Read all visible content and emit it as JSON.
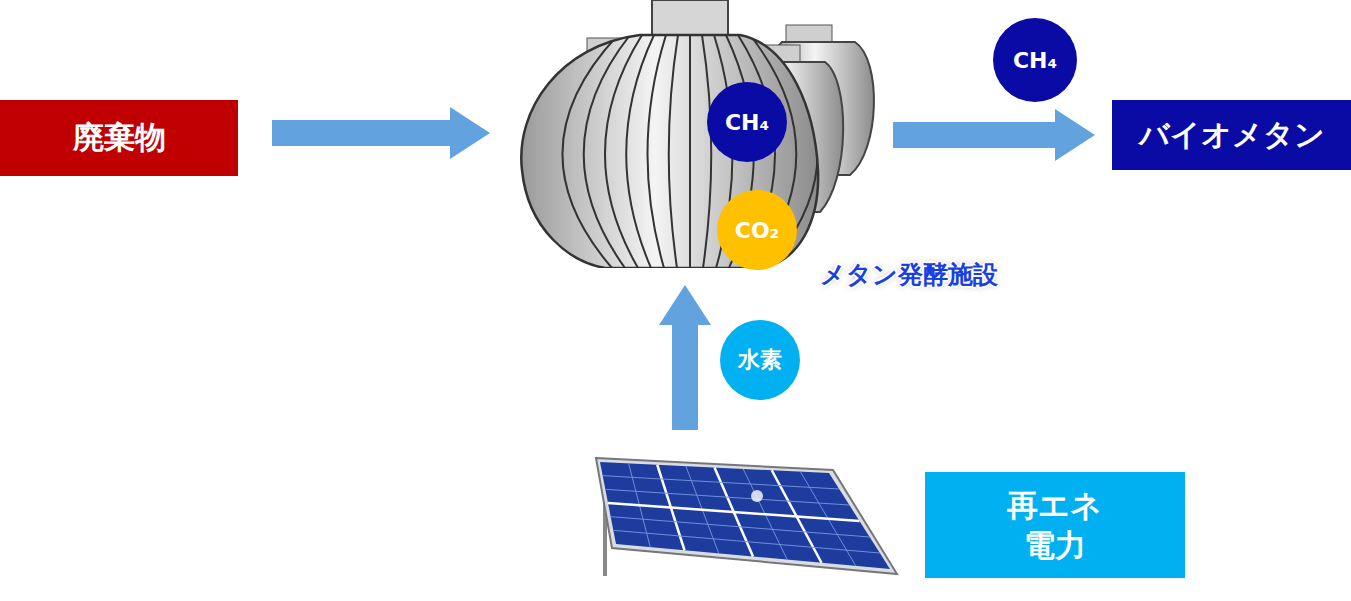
{
  "diagram": {
    "nodes": [
      {
        "text": [
          "廃棄物"
        ]
      },
      {
        "text": [
          "メタン発酵施設"
        ]
      },
      {
        "text": [
          "CH₄"
        ],
        "in": 1
      },
      {
        "text": [
          "CO₂"
        ],
        "in": 1
      },
      {
        "text": [
          "CH₄"
        ]
      },
      {
        "text": [
          "バイオメタン"
        ]
      },
      {
        "text": [
          "水素"
        ]
      },
      {
        "text": [
          "再エネ 電力"
        ]
      }
    ],
    "edges": [
      {
        "from": 0,
        "to": 1,
        "arrow": "to"
      },
      {
        "from": 1,
        "to": 5,
        "arrow": "to"
      },
      {
        "from": 7,
        "to": 1,
        "arrow": "to"
      }
    ]
  }
}
